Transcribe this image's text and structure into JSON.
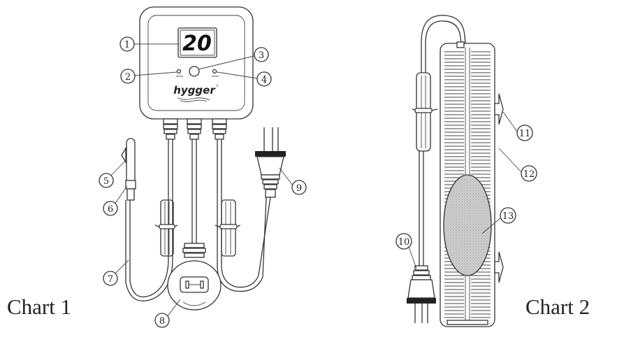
{
  "captions": {
    "chart1": "Chart 1",
    "chart2": "Chart 2"
  },
  "controller": {
    "display_value": "20",
    "brand": "hygger",
    "brand_mark": "®"
  },
  "callouts": [
    "1",
    "2",
    "3",
    "4",
    "5",
    "6",
    "7",
    "8",
    "9",
    "10",
    "11",
    "12",
    "13"
  ],
  "colors": {
    "line": "#333333",
    "background": "#ffffff",
    "element_shading": "#bbbbbb"
  }
}
